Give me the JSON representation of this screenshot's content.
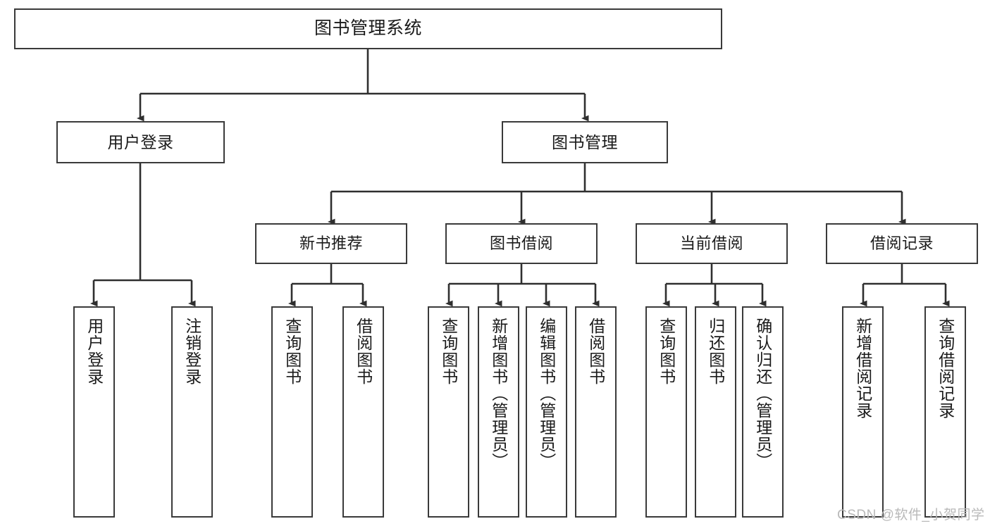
{
  "diagram": {
    "title": "图书管理系统",
    "type": "tree-hierarchy-chart",
    "nodes": {
      "root": {
        "label": "图书管理系统"
      },
      "level1": [
        {
          "id": "user-login",
          "label": "用户登录"
        },
        {
          "id": "book-management",
          "label": "图书管理"
        }
      ],
      "level2": [
        {
          "id": "new-book-recommend",
          "label": "新书推荐"
        },
        {
          "id": "book-borrow",
          "label": "图书借阅"
        },
        {
          "id": "current-borrow",
          "label": "当前借阅"
        },
        {
          "id": "borrow-record",
          "label": "借阅记录"
        }
      ],
      "leaves": {
        "user_login": [
          {
            "id": "leaf-user-login",
            "label": "用户登录"
          },
          {
            "id": "leaf-logout-login",
            "label": "注销登录"
          }
        ],
        "new_book_recommend": [
          {
            "id": "leaf-query-book-1",
            "label": "查询图书"
          },
          {
            "id": "leaf-borrow-book-1",
            "label": "借阅图书"
          }
        ],
        "book_borrow": [
          {
            "id": "leaf-query-book-2",
            "label": "查询图书"
          },
          {
            "id": "leaf-add-book-admin",
            "label": "新增图书（管理员）"
          },
          {
            "id": "leaf-edit-book-admin",
            "label": "编辑图书（管理员）"
          },
          {
            "id": "leaf-borrow-book-2",
            "label": "借阅图书"
          }
        ],
        "current_borrow": [
          {
            "id": "leaf-query-book-3",
            "label": "查询图书"
          },
          {
            "id": "leaf-return-book",
            "label": "归还图书"
          },
          {
            "id": "leaf-confirm-return-admin",
            "label": "确认归还（管理员）"
          }
        ],
        "borrow_record": [
          {
            "id": "leaf-add-borrow-record",
            "label": "新增借阅记录"
          },
          {
            "id": "leaf-query-borrow-record",
            "label": "查询借阅记录"
          }
        ]
      }
    },
    "colors": {
      "box_border": "#3a3a3a",
      "box_fill": "#ffffff",
      "connector": "#2f2f2f",
      "text": "#1a1a1a",
      "watermark": "#b9b9b9"
    }
  },
  "watermark": {
    "text": "CSDN @软件_小贺同学"
  }
}
